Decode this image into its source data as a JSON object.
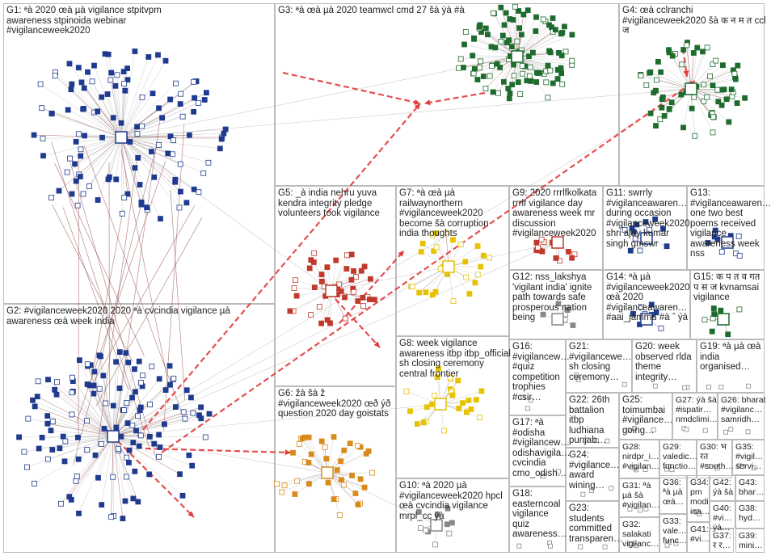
{
  "groups": [
    {
      "id": "G1",
      "label": "G1: ªà 2020 œà µà vigilance stpitvpm awareness stpinoida webinar #vigilanceweek2020"
    },
    {
      "id": "G2",
      "label": "G2: #vigilanceweek2020 2020 ªà cvcindia vigilance µà awareness œà week india"
    },
    {
      "id": "G3",
      "label": "G3: ªà œà µà 2020 teamwcl cmd 27 šà ýà #à"
    },
    {
      "id": "G4",
      "label": "G4: œà cclranchi #vigilanceweek2020 šà क न म त ccl ज"
    },
    {
      "id": "G5",
      "label": "G5: _à india nehru yuva kendra integrity pledge volunteers took vigilance"
    },
    {
      "id": "G6",
      "label": "G6: žà šà ž #vigilanceweek2020 œð ýð question 2020 day goistats"
    },
    {
      "id": "G7",
      "label": "G7: ªà œà µà railwaynorthern #vigilanceweek2020 become šà corruption india thoughts"
    },
    {
      "id": "G8",
      "label": "G8: week vigilance awareness itbp itbp_official sh closing ceremony central frontier"
    },
    {
      "id": "G9",
      "label": "G9: 2020 rrrlfkolkata rrrlf vigilance day awareness week mr discussion #vigilanceweek2020"
    },
    {
      "id": "G10",
      "label": "G10: ªà 2020 µà #vigilanceweek2020 hpcl œà cvcindia vigilance mrpl_cc ýà"
    },
    {
      "id": "G11",
      "label": "G11: swrrly #vigilanceawaren… during occasion #vigilanceweek2020 shri ajay kumar singh gmswr"
    },
    {
      "id": "G12",
      "label": "G12: nss_lakshya 'vigilant india' ignite path towards safe prosperous nation being"
    },
    {
      "id": "G13",
      "label": "G13: #vigilanceawaren… one two best poems received vigilance awareness week nss"
    },
    {
      "id": "G14",
      "label": "G14: ªà µà #vigilanceweek2020 œà 2020 #vigilanceawaren… #aai_jammu #à ˆ ýà"
    },
    {
      "id": "G15",
      "label": "G15: क प त व गत प स ज kvnamsai vigilance"
    },
    {
      "id": "G16",
      "label": "G16: #vigilancew… #quiz competition trophies #csir…"
    },
    {
      "id": "G17",
      "label": "G17: ªà #odisha #vigilancew… odishavigila… cvcindia cmo_odish…"
    },
    {
      "id": "G18",
      "label": "G18: easterncoal vigilance quiz awareness…"
    },
    {
      "id": "G19",
      "label": "G19: ªà µà œà india organised…"
    },
    {
      "id": "G20",
      "label": "G20: week observed rlda theme integrity…"
    },
    {
      "id": "G21",
      "label": "G21: #vigilancewe… sh closing ceremony…"
    },
    {
      "id": "G22",
      "label": "G22: 26th battalion itbp ludhiana punjab…"
    },
    {
      "id": "G23",
      "label": "G23: students committed transparen…"
    },
    {
      "id": "G24",
      "label": "G24: #vigilance… award wining…"
    },
    {
      "id": "G25",
      "label": "G25: toimumbai #vigilance… going…"
    },
    {
      "id": "G26",
      "label": "G26: bharat #vigilanc… samridh…"
    },
    {
      "id": "G27",
      "label": "G27: ýà šà #ispatir… nmdclimi…"
    },
    {
      "id": "G28",
      "label": "G28: nirdpr_i… #vigilan…"
    },
    {
      "id": "G29",
      "label": "G29: valedic… functio…"
    },
    {
      "id": "G30",
      "label": "G30: भ रत #south…"
    },
    {
      "id": "G31",
      "label": "G31: ªà µà šà #vigilan…"
    },
    {
      "id": "G32",
      "label": "G32: salakati vigilanc…"
    },
    {
      "id": "G33",
      "label": "G33: vale… func…"
    },
    {
      "id": "G34",
      "label": "G34: pm modi ina…"
    },
    {
      "id": "G35",
      "label": "G35: #vigil… servi…"
    },
    {
      "id": "G36",
      "label": "G36: ªà µà œà…"
    },
    {
      "id": "G37",
      "label": "G37: र र…"
    },
    {
      "id": "G38",
      "label": "G38: hyd…"
    },
    {
      "id": "G39",
      "label": "G39: mini…"
    },
    {
      "id": "G40",
      "label": "G40: #vi… ýà…"
    },
    {
      "id": "G41",
      "label": "G41: #vi…"
    },
    {
      "id": "G42",
      "label": "G42: ýà šà"
    },
    {
      "id": "G43",
      "label": "G43: bhar…"
    }
  ],
  "colors": {
    "box_border": "#bbbbbb",
    "edge_gray": "#b8b8b8",
    "edge_red": "#e23b3b",
    "edge_dark_red": "#8b3a3a",
    "node_blue": "#1f3b8f",
    "node_green": "#1e6b2e",
    "node_red": "#c0392b",
    "node_yellow": "#e6c200",
    "node_orange": "#d98a1c",
    "node_gray": "#888888"
  }
}
